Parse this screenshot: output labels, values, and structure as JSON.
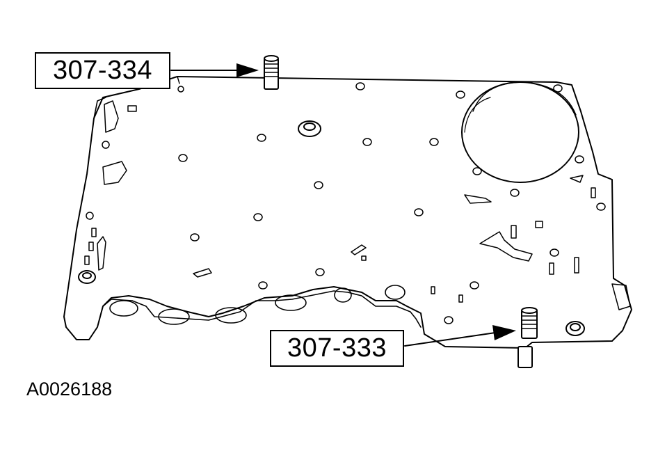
{
  "callouts": {
    "upper_tool": "307-334",
    "lower_tool": "307-333"
  },
  "figure_id": "A0026188",
  "icons": [
    "separator-plate",
    "alignment-pin",
    "arrow"
  ],
  "colors": {
    "line": "#000000",
    "background": "#ffffff"
  }
}
